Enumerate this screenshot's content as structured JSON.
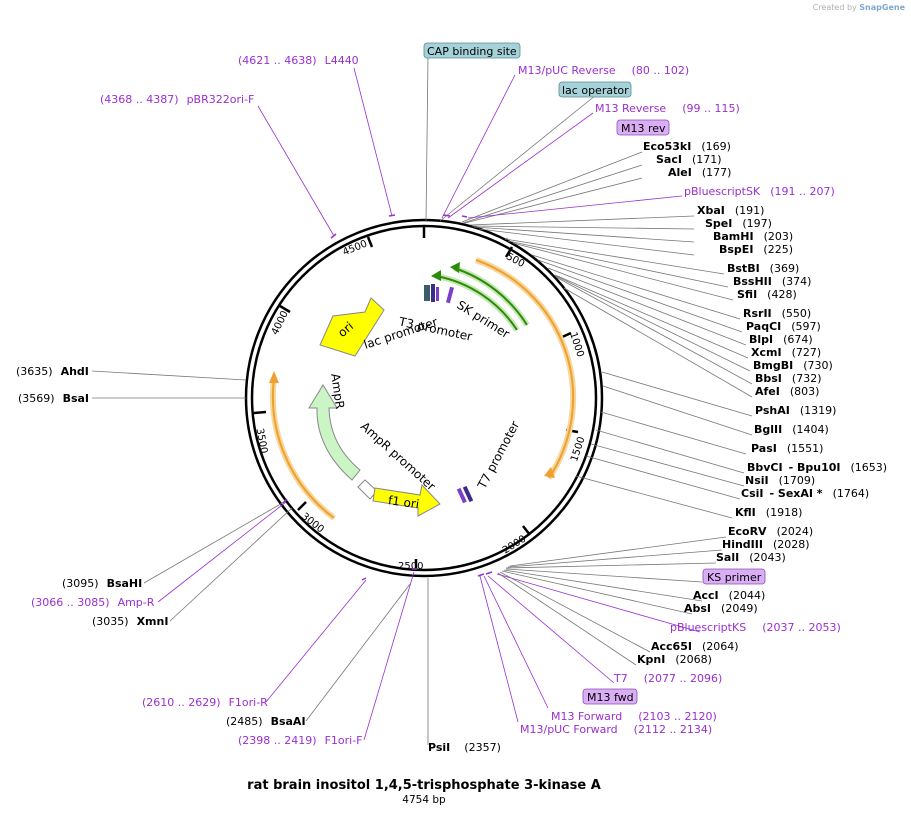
{
  "credit": {
    "prefix": "Created by",
    "brand": "SnapGene"
  },
  "title": "rat brain inositol 1,4,5-trisphosphate 3-kinase A",
  "length_label": "4754 bp",
  "total_bp": 4754,
  "ticks": [
    "500",
    "1000",
    "1500",
    "2000",
    "2500",
    "3000",
    "3500",
    "4000",
    "4500"
  ],
  "boxed_labels": [
    {
      "text": "CAP binding site",
      "kind": "feature"
    },
    {
      "text": "lac operator",
      "kind": "feature"
    },
    {
      "text": "M13 rev",
      "kind": "primer"
    },
    {
      "text": "KS primer",
      "kind": "primer"
    },
    {
      "text": "M13 fwd",
      "kind": "primer"
    }
  ],
  "right_labels": [
    {
      "name": "",
      "pos": "",
      "range": "(80 .. 102)",
      "feature": "M13/pUC Reverse",
      "type": "feat"
    },
    {
      "name": "",
      "pos": "",
      "range": "(99 .. 115)",
      "feature": "M13 Reverse",
      "type": "feat"
    },
    {
      "name": "Eco53kI",
      "pos": "(169)",
      "type": "enz"
    },
    {
      "name": "SacI",
      "pos": "(171)",
      "type": "enz"
    },
    {
      "name": "AleI",
      "pos": "(177)",
      "type": "enz"
    },
    {
      "feature": "pBluescriptSK",
      "range": "(191 .. 207)",
      "type": "feat"
    },
    {
      "name": "XbaI",
      "pos": "(191)",
      "type": "enz"
    },
    {
      "name": "SpeI",
      "pos": "(197)",
      "type": "enz"
    },
    {
      "name": "BamHI",
      "pos": "(203)",
      "type": "enz"
    },
    {
      "name": "BspEI",
      "pos": "(225)",
      "type": "enz"
    },
    {
      "name": "BstBI",
      "pos": "(369)",
      "type": "enz"
    },
    {
      "name": "BssHII",
      "pos": "(374)",
      "type": "enz"
    },
    {
      "name": "SfiI",
      "pos": "(428)",
      "type": "enz"
    },
    {
      "name": "RsrII",
      "pos": "(550)",
      "type": "enz"
    },
    {
      "name": "PaqCI",
      "pos": "(597)",
      "type": "enz"
    },
    {
      "name": "BlpI",
      "pos": "(674)",
      "type": "enz"
    },
    {
      "name": "XcmI",
      "pos": "(727)",
      "type": "enz"
    },
    {
      "name": "BmgBI",
      "pos": "(730)",
      "type": "enz"
    },
    {
      "name": "BbsI",
      "pos": "(732)",
      "type": "enz"
    },
    {
      "name": "AfeI",
      "pos": "(803)",
      "type": "enz"
    },
    {
      "name": "PshAI",
      "pos": "(1319)",
      "type": "enz"
    },
    {
      "name": "BglII",
      "pos": "(1404)",
      "type": "enz"
    },
    {
      "name": "PasI",
      "pos": "(1551)",
      "type": "enz"
    },
    {
      "name": "BbvCI",
      "name2": "Bpu10I",
      "pos": "(1653)",
      "type": "enz2"
    },
    {
      "name": "NsiI",
      "pos": "(1709)",
      "type": "enz"
    },
    {
      "name": "CsiI",
      "name2": "SexAI *",
      "pos": "(1764)",
      "type": "enz2"
    },
    {
      "name": "KflI",
      "pos": "(1918)",
      "type": "enz"
    },
    {
      "name": "EcoRV",
      "pos": "(2024)",
      "type": "enz"
    },
    {
      "name": "HindIII",
      "pos": "(2028)",
      "type": "enz"
    },
    {
      "name": "SalI",
      "pos": "(2043)",
      "type": "enz"
    },
    {
      "name": "AccI",
      "pos": "(2044)",
      "type": "enz"
    },
    {
      "name": "AbsI",
      "pos": "(2049)",
      "type": "enz"
    },
    {
      "feature": "pBluescriptKS",
      "range": "(2037 .. 2053)",
      "type": "feat"
    },
    {
      "name": "Acc65I",
      "pos": "(2064)",
      "type": "enz"
    },
    {
      "name": "KpnI",
      "pos": "(2068)",
      "type": "enz"
    },
    {
      "feature": "T7",
      "range": "(2077 .. 2096)",
      "type": "feat"
    },
    {
      "feature": "M13 Forward",
      "range": "(2103 .. 2120)",
      "type": "feat"
    },
    {
      "feature": "M13/pUC Forward",
      "range": "(2112 .. 2134)",
      "type": "feat"
    }
  ],
  "left_labels": [
    {
      "range": "(4621 .. 4638)",
      "feature": "L4440",
      "type": "feat"
    },
    {
      "range": "(4368 .. 4387)",
      "feature": "pBR322ori-F",
      "type": "feat"
    },
    {
      "pos": "(3635)",
      "name": "AhdI",
      "type": "enz"
    },
    {
      "pos": "(3569)",
      "name": "BsaI",
      "type": "enz"
    },
    {
      "pos": "(3095)",
      "name": "BsaHI",
      "type": "enz"
    },
    {
      "range": "(3066 .. 3085)",
      "feature": "Amp-R",
      "type": "feat"
    },
    {
      "pos": "(3035)",
      "name": "XmnI",
      "type": "enz"
    },
    {
      "range": "(2610 .. 2629)",
      "feature": "F1ori-R",
      "type": "feat"
    },
    {
      "pos": "(2485)",
      "name": "BsaAI",
      "type": "enz"
    },
    {
      "range": "(2398 .. 2419)",
      "feature": "F1ori-F",
      "type": "feat"
    },
    {
      "name": "PsiI",
      "pos": "(2357)",
      "type": "enz"
    }
  ],
  "inner_labels": [
    "ori",
    "lac promoter",
    "SK primer",
    "T3 promoter",
    "AmpR",
    "AmpR promoter",
    "f1 ori",
    "T7 promoter"
  ],
  "colors": {
    "ori": "#ffff00",
    "ampr": "#ccf5c6",
    "primer_arrow": "#2e8a0a",
    "orange_arc": "#f0a030",
    "feature_box": "#a5d2d8",
    "primer_box": "#d9aef5",
    "purple": "#9a2fcf"
  }
}
